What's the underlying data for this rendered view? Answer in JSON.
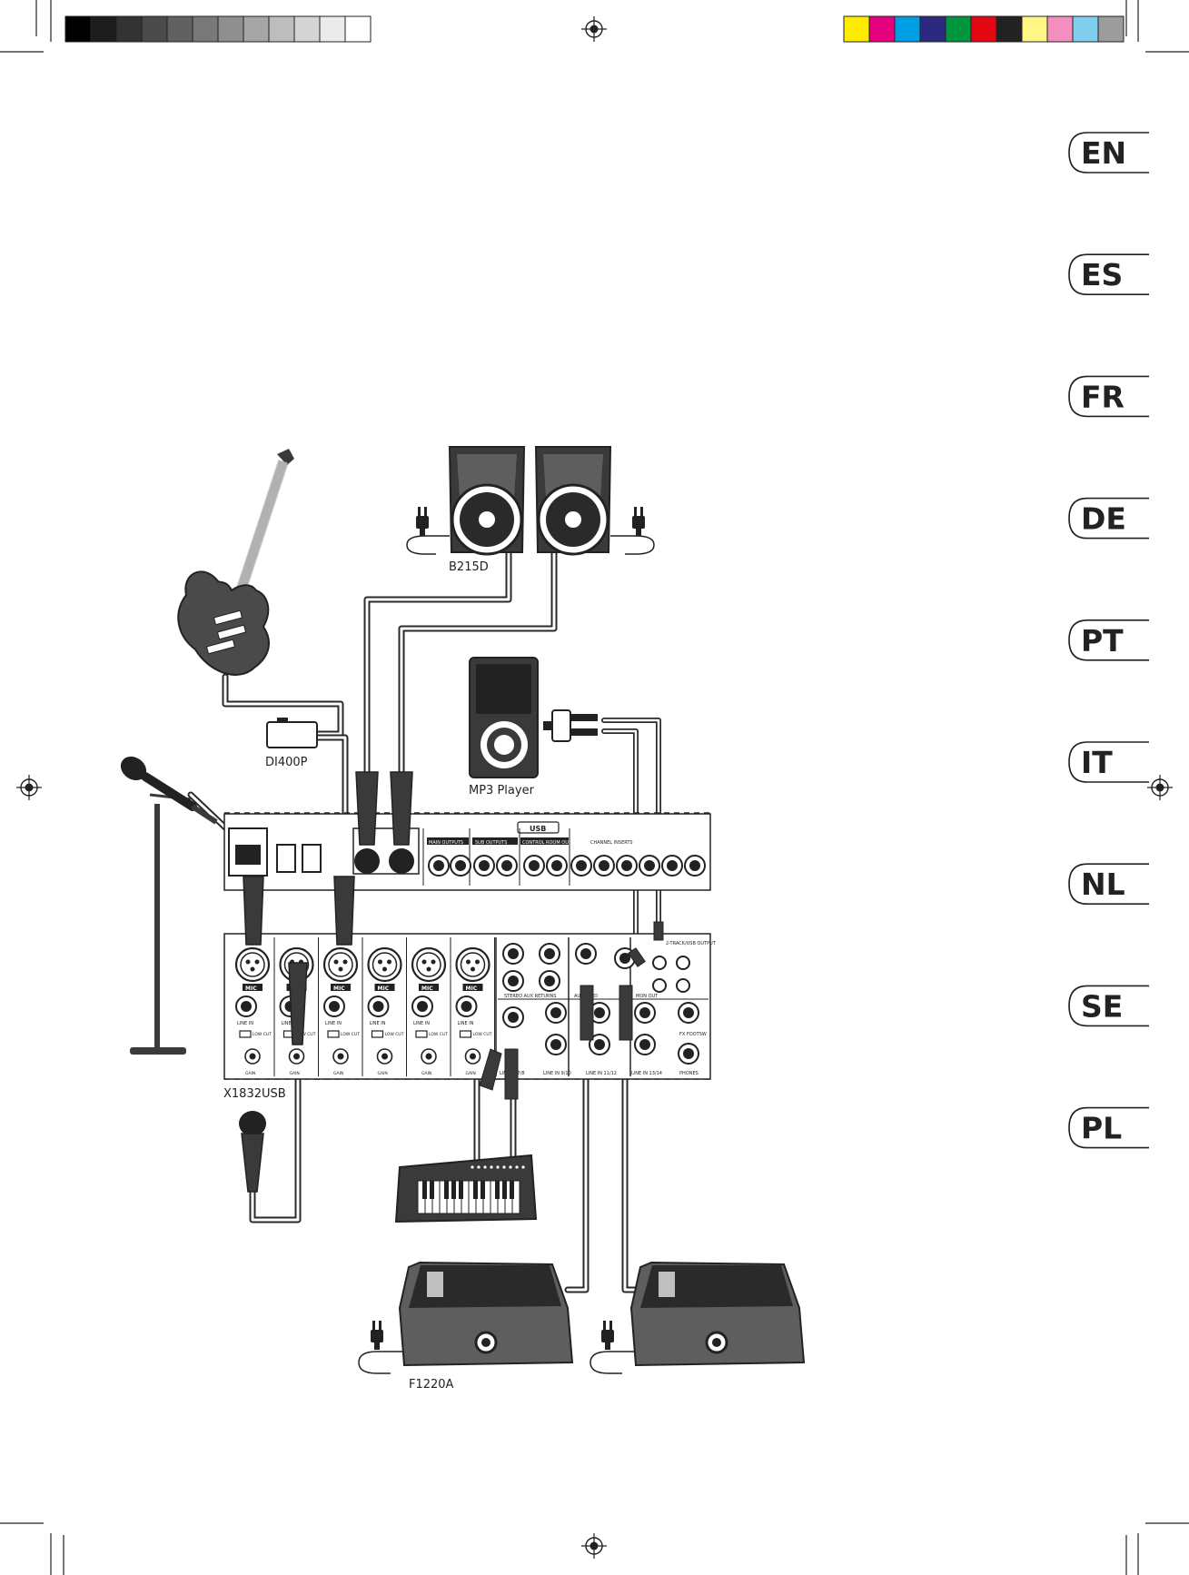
{
  "colors": {
    "grayscale_bar": [
      "#000000",
      "#1c1c1c",
      "#333333",
      "#4a4a4a",
      "#616161",
      "#787878",
      "#8f8f8f",
      "#a6a6a6",
      "#bdbdbd",
      "#d4d4d4",
      "#ebebeb",
      "#ffffff"
    ],
    "color_bar": [
      "#ffec00",
      "#e5007e",
      "#009fe3",
      "#2b2a80",
      "#009640",
      "#e30613",
      "#222222",
      "#fff685",
      "#f28ec0",
      "#80cff0",
      "#9c9c9c"
    ],
    "equipment_dark": "#3a3a3a",
    "equipment_mid": "#5e5e5e",
    "cable": "#2a2a2a"
  },
  "language_tabs": [
    "EN",
    "ES",
    "FR",
    "DE",
    "PT",
    "IT",
    "NL",
    "SE",
    "PL"
  ],
  "labels": {
    "speakers": "B215D",
    "di_box": "DI400P",
    "mp3_player": "MP3 Player",
    "mixer": "X1832USB",
    "monitors": "F1220A"
  },
  "mixer_panel": {
    "rear_sections": [
      "MAIN OUTPUTS",
      "SUB OUTPUTS",
      "CONTROL ROOM OUT",
      "CHANNEL INSERTS"
    ],
    "usb_badge": "USB",
    "channel_labels": [
      "MIC",
      "LINE IN",
      "LOW CUT",
      "GAIN"
    ],
    "stereo_inputs": [
      "LINE IN 7/8",
      "LINE IN 9/10",
      "LINE IN 11/12",
      "LINE IN 13/14"
    ],
    "stereo_aux_returns": "STEREO AUX RETURNS",
    "aux_send": "AUX SEND",
    "mon_out": "MON OUT",
    "phones": "PHONES",
    "fx_footsw": "FX FOOTSW",
    "two_track_output": "2-TRACK/USB OUTPUT"
  },
  "icons": [
    "registration-mark-icon",
    "power-plug-icon",
    "xlr-connector-icon",
    "jack-plug-icon",
    "rca-plug-icon"
  ]
}
